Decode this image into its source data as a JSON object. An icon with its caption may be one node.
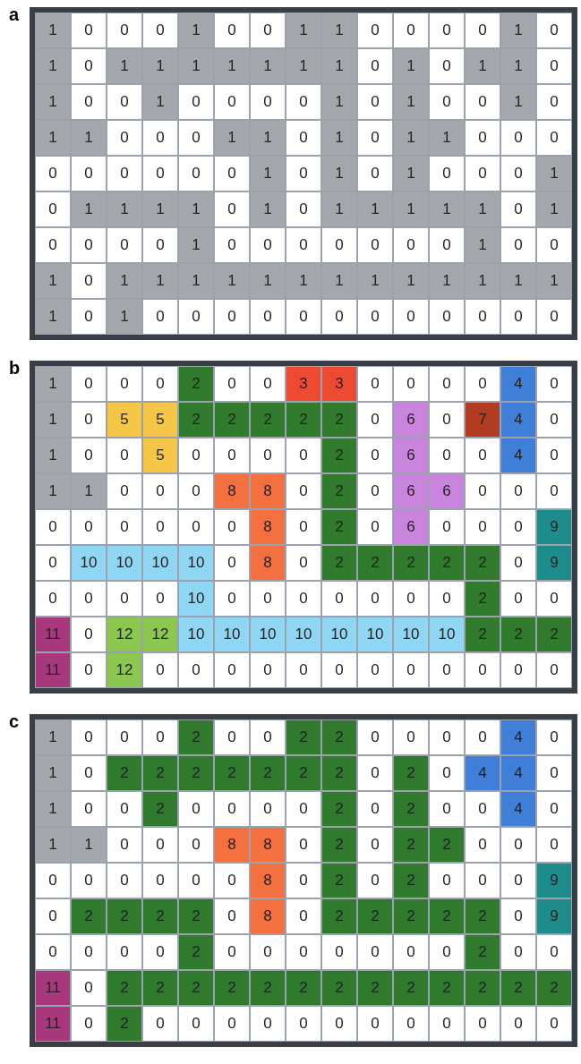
{
  "diagram": {
    "labels": [
      "a",
      "1",
      "0",
      "0",
      "0",
      "1",
      "0",
      "0",
      "1",
      "1",
      "0",
      "0",
      "0",
      "0",
      "1",
      "0",
      "1",
      "0",
      "1",
      "1",
      "1",
      "1",
      "1",
      "1",
      "1",
      "0",
      "1",
      "0",
      "1",
      "1",
      "0",
      "1",
      "0",
      "0",
      "1",
      "0",
      "0",
      "0",
      "0",
      "1",
      "0",
      "1",
      "0",
      "0",
      "1",
      "0",
      "1",
      "1",
      "0",
      "0",
      "0",
      "1",
      "1",
      "0",
      "1",
      "0",
      "1",
      "1",
      "0",
      "0",
      "0",
      "0",
      "0",
      "0",
      "0",
      "0",
      "0",
      "1",
      "0",
      "1",
      "0",
      "1",
      "0",
      "0",
      "0",
      "1",
      "0",
      "1",
      "1",
      "1",
      "1",
      "0",
      "1",
      "0",
      "1",
      "1",
      "1",
      "1",
      "1",
      "0",
      "1",
      "0",
      "0",
      "0",
      "0",
      "1",
      "0",
      "0",
      "0",
      "0",
      "0",
      "0",
      "0",
      "1",
      "0",
      "0",
      "1",
      "0",
      "1",
      "1",
      "1",
      "1",
      "1",
      "1",
      "1",
      "1",
      "1",
      "1",
      "1",
      "1",
      "1",
      "1",
      "0",
      "1",
      "0",
      "0",
      "0",
      "0",
      "0",
      "0",
      "0",
      "0",
      "0",
      "0",
      "0",
      "0",
      "b",
      "1",
      "0",
      "0",
      "0",
      "2",
      "0",
      "0",
      "3",
      "3",
      "0",
      "0",
      "0",
      "0",
      "4",
      "0",
      "1",
      "0",
      "5",
      "5",
      "2",
      "2",
      "2",
      "2",
      "2",
      "0",
      "6",
      "0",
      "7",
      "4",
      "0",
      "1",
      "0",
      "0",
      "5",
      "0",
      "0",
      "0",
      "0",
      "2",
      "0",
      "6",
      "0",
      "0",
      "4",
      "0",
      "1",
      "1",
      "0",
      "0",
      "0",
      "8",
      "8",
      "0",
      "2",
      "0",
      "6",
      "6",
      "0",
      "0",
      "0",
      "0",
      "0",
      "0",
      "0",
      "0",
      "0",
      "8",
      "0",
      "2",
      "0",
      "6",
      "0",
      "0",
      "0",
      "9",
      "0",
      "10",
      "10",
      "10",
      "10",
      "0",
      "8",
      "0",
      "2",
      "2",
      "2",
      "2",
      "2",
      "0",
      "9",
      "0",
      "0",
      "0",
      "0",
      "10",
      "0",
      "0",
      "0",
      "0",
      "0",
      "0",
      "0",
      "2",
      "0",
      "0",
      "11",
      "0",
      "12",
      "12",
      "10",
      "10",
      "10",
      "10",
      "10",
      "10",
      "10",
      "10",
      "2",
      "2",
      "2",
      "11",
      "0",
      "12",
      "0",
      "0",
      "0",
      "0",
      "0",
      "0",
      "0",
      "0",
      "0",
      "0",
      "0",
      "0",
      "c",
      "1",
      "0",
      "0",
      "0",
      "2",
      "0",
      "0",
      "2",
      "2",
      "0",
      "0",
      "0",
      "0",
      "4",
      "0",
      "1",
      "0",
      "2",
      "2",
      "2",
      "2",
      "2",
      "2",
      "2",
      "0",
      "2",
      "0",
      "4",
      "4",
      "0",
      "1",
      "0",
      "0",
      "2",
      "0",
      "0",
      "0",
      "0",
      "2",
      "0",
      "2",
      "0",
      "0",
      "4",
      "0",
      "1",
      "1",
      "0",
      "0",
      "0",
      "8",
      "8",
      "0",
      "2",
      "0",
      "2",
      "2",
      "0",
      "0",
      "0",
      "0",
      "0",
      "0",
      "0",
      "0",
      "0",
      "8",
      "0",
      "2",
      "0",
      "2",
      "0",
      "0",
      "0",
      "9",
      "0",
      "2",
      "2",
      "2",
      "2",
      "0",
      "8",
      "0",
      "2",
      "2",
      "2",
      "2",
      "2",
      "0",
      "9",
      "0",
      "0",
      "0",
      "0",
      "2",
      "0",
      "0",
      "0",
      "0",
      "0",
      "0",
      "0",
      "2",
      "0",
      "0",
      "11",
      "0",
      "2",
      "2",
      "2",
      "2",
      "2",
      "2",
      "2",
      "2",
      "2",
      "2",
      "2",
      "2",
      "2",
      "11",
      "0",
      "2",
      "0",
      "0",
      "0",
      "0",
      "0",
      "0",
      "0",
      "0",
      "0",
      "0",
      "0",
      "0"
    ]
  }
}
